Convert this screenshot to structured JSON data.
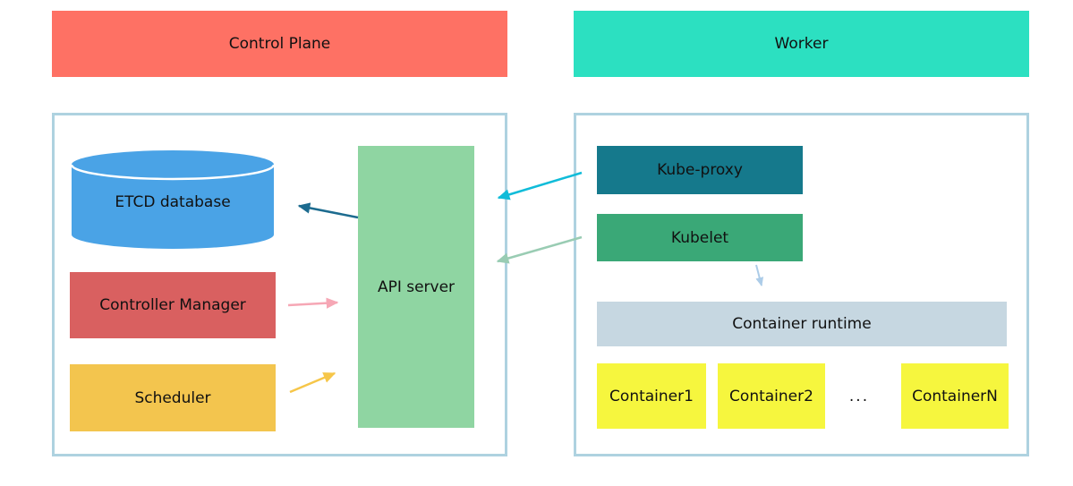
{
  "banners": {
    "control_plane": {
      "label": "Control Plane",
      "color": "#fe7164"
    },
    "worker": {
      "label": "Worker",
      "color": "#2ce0c1"
    }
  },
  "control_plane": {
    "etcd_label": "ETCD database",
    "controller_manager_label": "Controller Manager",
    "scheduler_label": "Scheduler",
    "api_server_label": "API server"
  },
  "worker": {
    "kube_proxy_label": "Kube-proxy",
    "kubelet_label": "Kubelet",
    "container_runtime_label": "Container runtime",
    "containers": [
      {
        "label": "Container1"
      },
      {
        "label": "Container2"
      },
      {
        "label": "ContainerN"
      }
    ],
    "ellipsis": "..."
  },
  "colors": {
    "etcd_cylinder": "#4aa3e6",
    "controller_manager": "#d96060",
    "scheduler": "#f3c54e",
    "api_server": "#8fd5a2",
    "kube_proxy": "#15798c",
    "kubelet": "#3aa877",
    "container_runtime": "#c6d7e1",
    "container": "#f6f63e",
    "box_border": "#aed2e0"
  },
  "connections": [
    {
      "from": "api-server",
      "to": "etcd-database",
      "color": "#1c6b8f"
    },
    {
      "from": "controller-manager",
      "to": "api-server",
      "color": "#f6a7b5"
    },
    {
      "from": "scheduler",
      "to": "api-server",
      "color": "#f6c649"
    },
    {
      "from": "kube-proxy",
      "to": "api-server",
      "color": "#10bcd9"
    },
    {
      "from": "kubelet",
      "to": "api-server",
      "color": "#99ccb3"
    },
    {
      "from": "kubelet",
      "to": "container-runtime",
      "color": "#accce8"
    }
  ]
}
